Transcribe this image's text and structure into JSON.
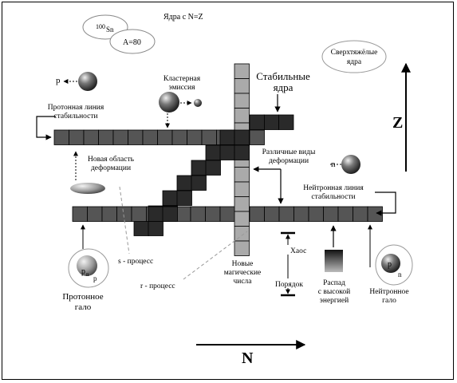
{
  "labels": {
    "nz_nuclei": "Ядра с N=Z",
    "sn100_mass": "100",
    "sn100_symbol": "Sn",
    "a80": "A=80",
    "superheavy_1": "Сверхтяжёлые",
    "superheavy_2": "ядра",
    "proton_p": "p",
    "cluster_1": "Кластерная",
    "cluster_2": "эмиссия",
    "stable_1": "Стабильные",
    "stable_2": "ядра",
    "proton_dripline_1": "Протонная линия",
    "proton_dripline_2": "стабильности",
    "z_axis": "Z",
    "new_deformation_1": "Новая область",
    "new_deformation_2": "деформации",
    "deformation_kinds_1": "Различные виды",
    "deformation_kinds_2": "деформации",
    "neutron_n": "n",
    "neutron_dripline_1": "Нейтронная линия",
    "neutron_dripline_2": "стабильности",
    "s_process": "s - процесс",
    "r_process": "r - процесс",
    "magic_1": "Новые",
    "magic_2": "магические",
    "magic_3": "числа",
    "chaos": "Хаос",
    "order": "Порядок",
    "decay_1": "Распад",
    "decay_2": "с высокой",
    "decay_3": "энергией",
    "proton_halo_1": "Протонное",
    "proton_halo_2": "гало",
    "halo_pn": "p",
    "halo_pn_sub": "n",
    "halo_p": "p",
    "neutron_halo_1": "Нейтронное",
    "neutron_halo_2": "гало",
    "halo_np": "p",
    "halo_n": "n",
    "n_axis": "N"
  },
  "colors": {
    "dark_cell": "#2a2a2a",
    "mid_cell": "#555555",
    "light_cell": "#aaaaaa",
    "accent": "#000000"
  }
}
